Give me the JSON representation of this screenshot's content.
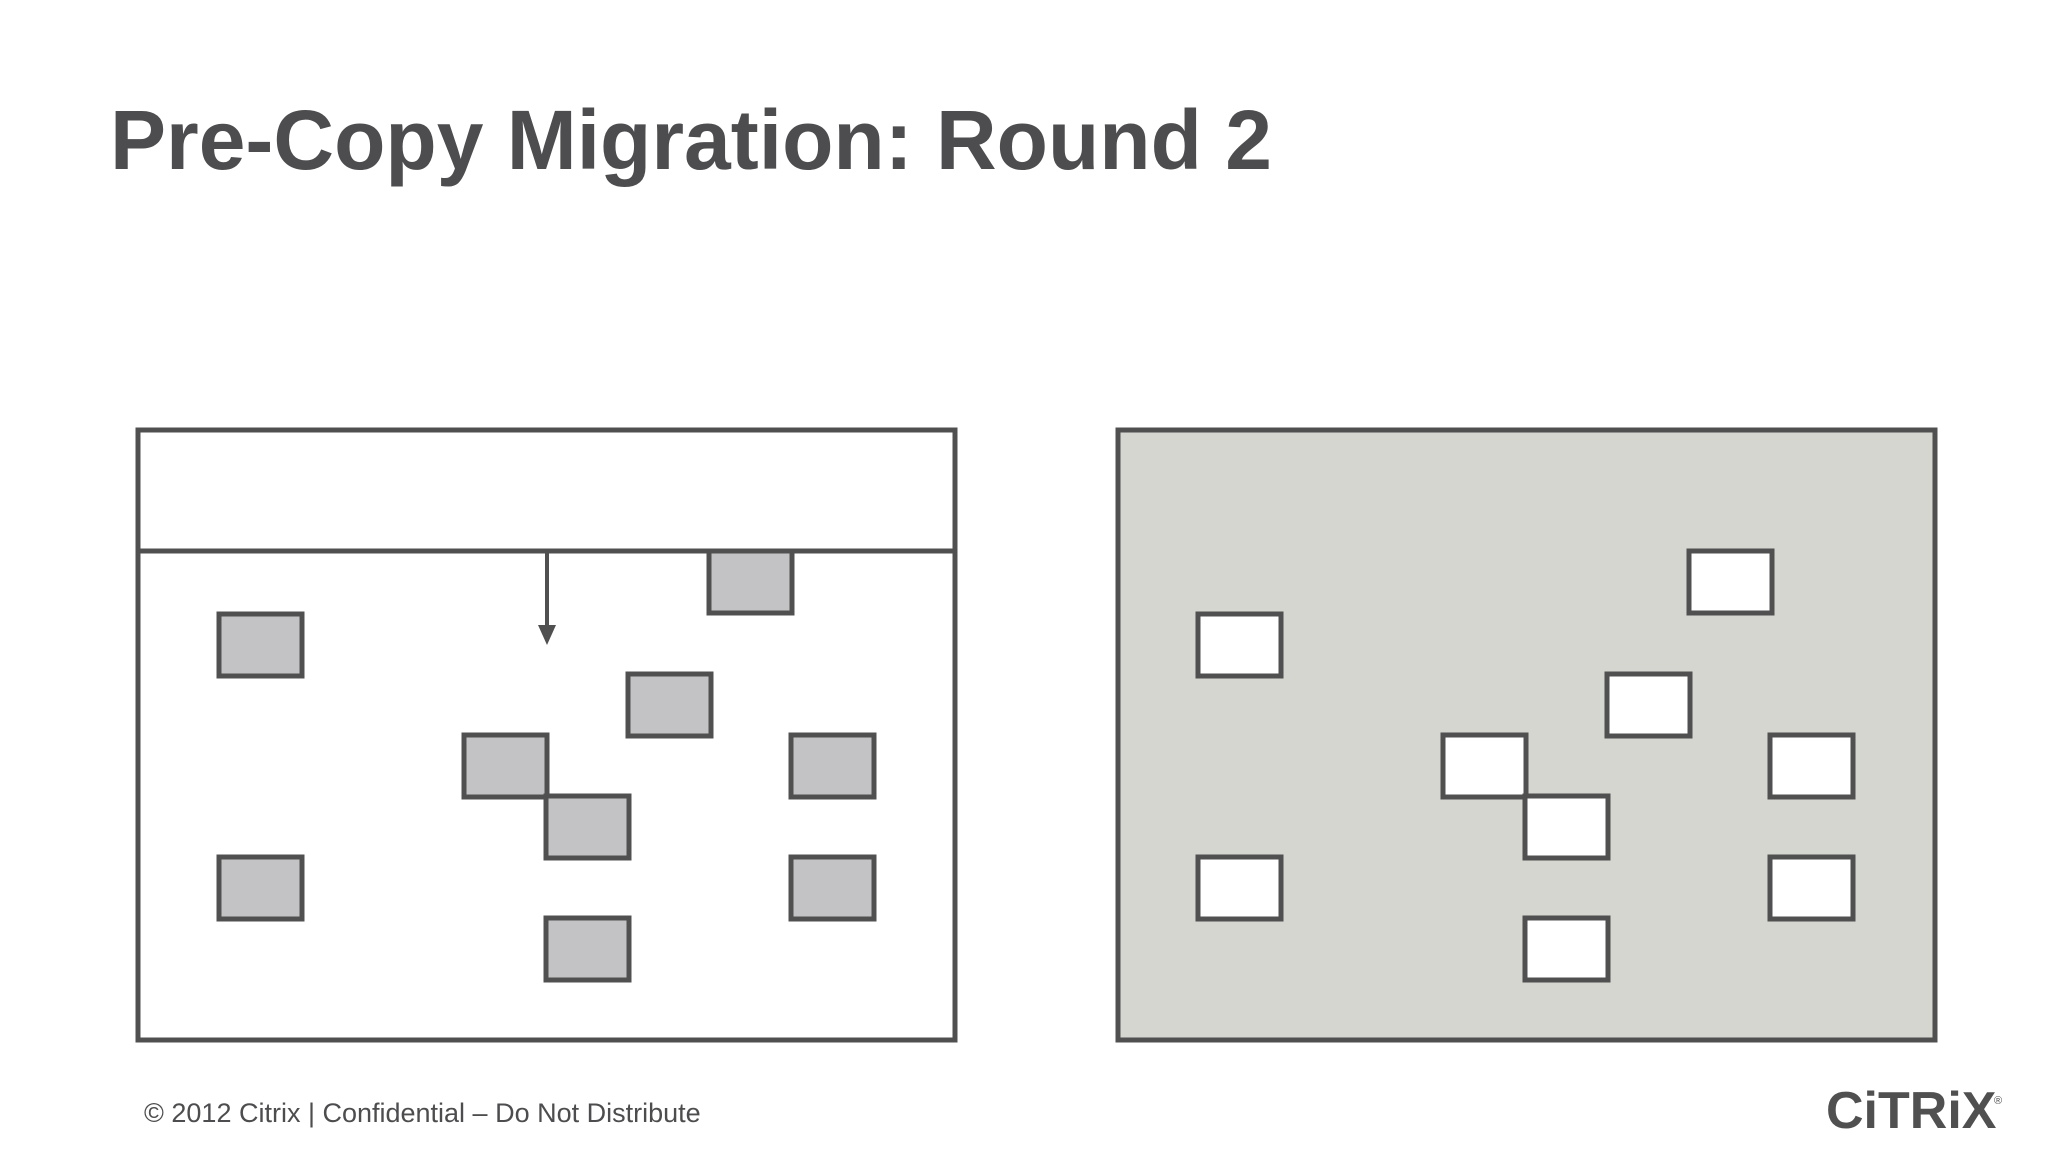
{
  "slide": {
    "title": "Pre-Copy Migration: Round 2",
    "footer": "© 2012 Citrix | Confidential – Do Not Distribute"
  },
  "logo": {
    "brand": "CiTRiX",
    "trademark": "®"
  },
  "colors": {
    "title_text": "#4d4d4f",
    "outline": "#505050",
    "source_page_fill": "#c3c3c5",
    "destination_background": "#d5d6cf",
    "destination_page_fill": "#ffffff"
  },
  "icons": {
    "copy_pointer": "arrow-down-icon"
  }
}
